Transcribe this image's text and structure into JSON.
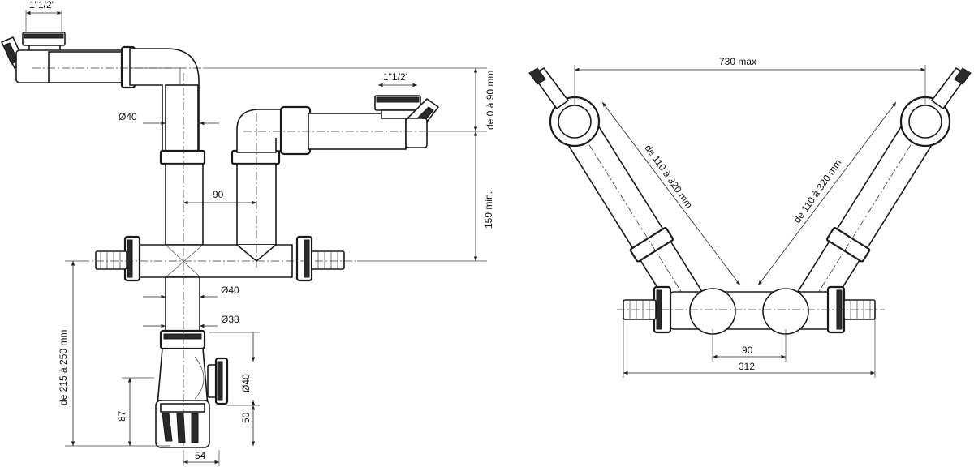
{
  "left_view": {
    "thread_top_left": "1\"1/2'",
    "thread_right": "1\"1/2'",
    "dia_upper_pipe": "Ø40",
    "center_distance": "90",
    "dia_lower_pipe": "Ø40",
    "dia_tail": "Ø38",
    "height_offset": "de 0 à 90 mm",
    "min_height": "159 min.",
    "total_height": "de 215 à 250 mm",
    "trap_height": "87",
    "trap_width": "54",
    "outlet_dia": "Ø40",
    "outlet_height": "50"
  },
  "right_view": {
    "max_span": "730  max",
    "left_arm_length": "de 110 à 320 mm",
    "right_arm_length": "de 110 à 320 mm",
    "center_distance": "90",
    "overall_width": "312"
  }
}
